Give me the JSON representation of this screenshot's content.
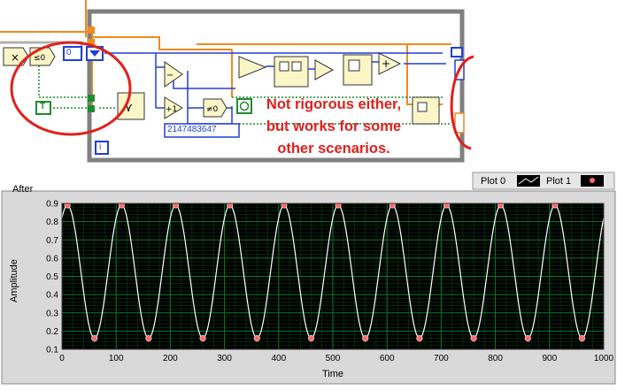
{
  "diagram": {
    "index_constant": "0",
    "big_constant": "2147483647",
    "bool_constant": "T",
    "loop_index": "i",
    "annotation": [
      "Not rigorous either,",
      "but works for some",
      "other scenarios."
    ]
  },
  "graph": {
    "caption": "After",
    "legend": [
      {
        "name": "Plot 0"
      },
      {
        "name": "Plot 1"
      }
    ],
    "colors": {
      "background": "#000000",
      "grid": "#0b7a2a",
      "curve": "#ffffff",
      "markers": "#ff6a6a",
      "panel": "#d9d9d9",
      "annotation": "#e0201c",
      "wire_orange": "#f08a1a",
      "wire_blue": "#1f3fd6",
      "wire_green": "#1e8c2e"
    }
  },
  "chart_data": {
    "type": "line",
    "xlabel": "Time",
    "ylabel": "Amplitude",
    "xlim": [
      0,
      1000
    ],
    "ylim": [
      0.1,
      0.9
    ],
    "xticks": [
      0,
      100,
      200,
      300,
      400,
      500,
      600,
      700,
      800,
      900,
      1000
    ],
    "yticks": [
      0.1,
      0.2,
      0.3,
      0.4,
      0.5,
      0.6,
      0.7,
      0.8,
      0.9
    ],
    "grid": true,
    "series": [
      {
        "name": "Plot 0",
        "kind": "line",
        "function": "0.525 + 0.365*cos(2*pi*(x-10)/100)",
        "x_range": [
          0,
          1000
        ]
      },
      {
        "name": "Plot 1",
        "kind": "points",
        "x": [
          10,
          60,
          110,
          160,
          210,
          260,
          310,
          360,
          410,
          460,
          510,
          560,
          610,
          660,
          710,
          760,
          810,
          860,
          910,
          960
        ],
        "y": [
          0.89,
          0.16,
          0.89,
          0.16,
          0.89,
          0.16,
          0.89,
          0.16,
          0.89,
          0.16,
          0.89,
          0.16,
          0.89,
          0.16,
          0.89,
          0.16,
          0.89,
          0.16,
          0.89,
          0.16
        ]
      }
    ]
  }
}
